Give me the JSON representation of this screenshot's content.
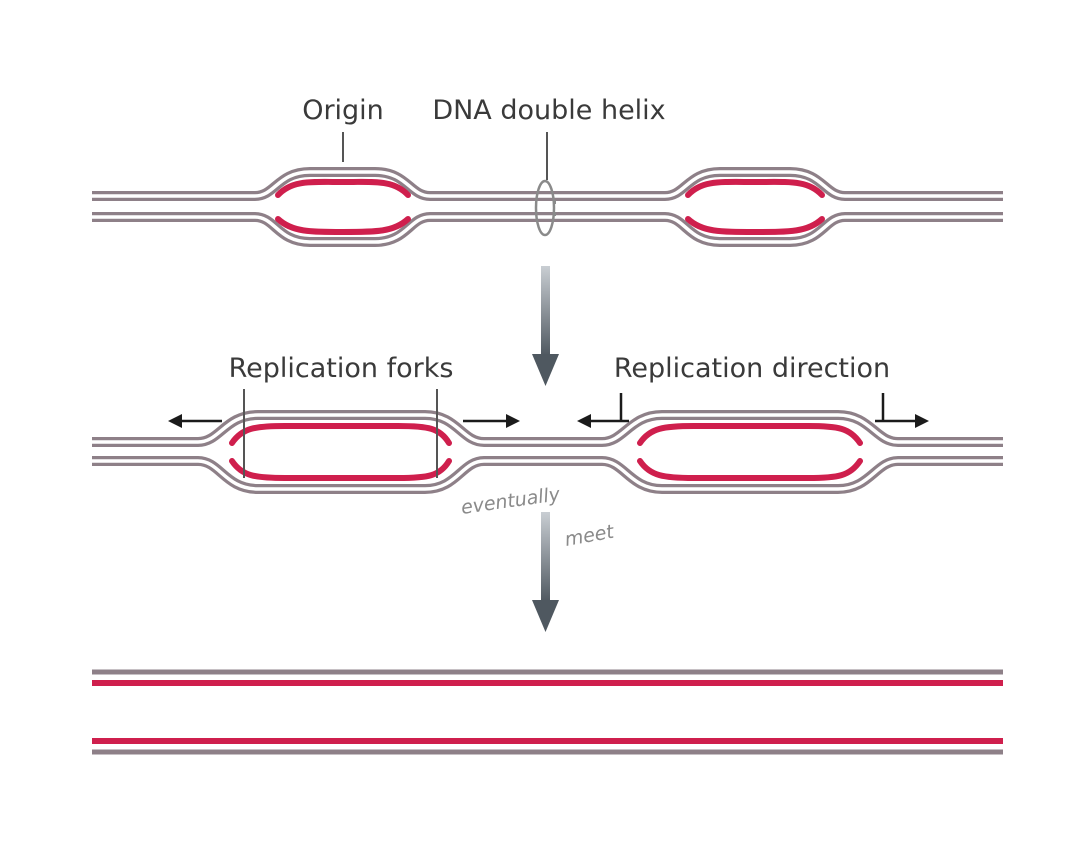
{
  "labels": {
    "origin": "Origin",
    "dna_double_helix": "DNA double helix",
    "replication_forks": "Replication forks",
    "replication_direction": "Replication direction"
  },
  "handwritten_note": {
    "line1": "eventually",
    "line2": "meet"
  },
  "colors": {
    "parental_strand": "#8e8088",
    "new_strand": "#cf1f4d",
    "step_arrow": "#5f6870",
    "text": "#3a3a3a"
  }
}
